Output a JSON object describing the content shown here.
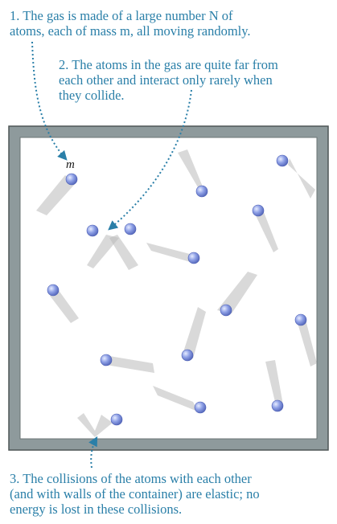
{
  "captions": {
    "one_line1": "1. The gas is made of a large number N of",
    "one_line2": "atoms, each of mass m, all moving randomly.",
    "two_line1": "2. The atoms in the gas are quite far from",
    "two_line2": "each other and interact only rarely when",
    "two_line3": "they collide.",
    "three_line1": "3. The collisions of the atoms with each other",
    "three_line2": "(and with walls of the container) are elastic; no",
    "three_line3": "energy is lost in these collisions."
  },
  "mass_label": "m",
  "colors": {
    "caption_text": "#2a7fa8",
    "pointer_arrow": "#2a7fa8",
    "container_wall": "#8e9a9c",
    "container_edge": "#4f5657",
    "container_inside": "#ffffff",
    "atom_light": "#e6ecff",
    "atom_mid": "#8ea0e6",
    "atom_dark": "#4a5db3",
    "trail": "#b9b9b9"
  }
}
